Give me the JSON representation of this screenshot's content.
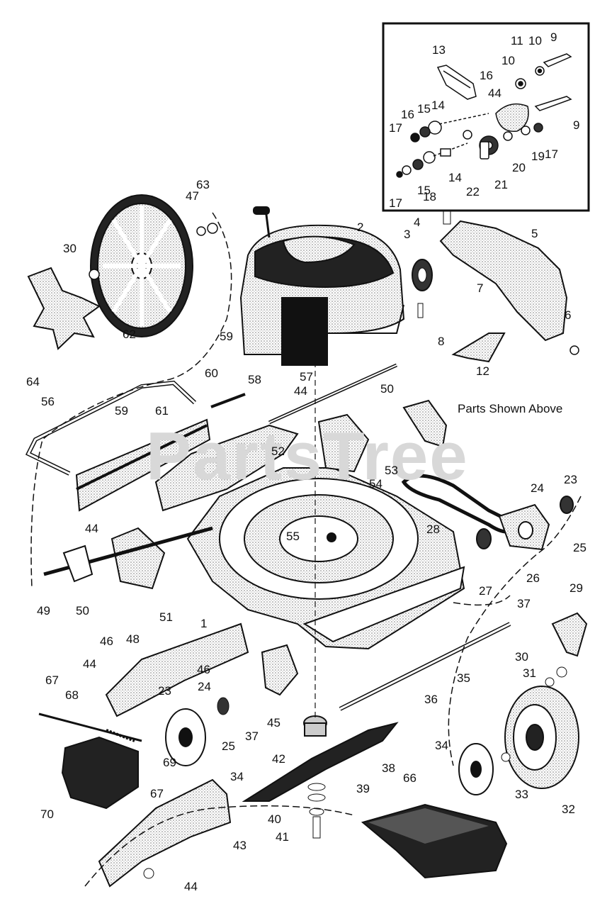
{
  "watermark": "PartsTree",
  "inset": {
    "labels": [
      "13",
      "11",
      "10",
      "9",
      "10",
      "16",
      "44",
      "16",
      "15",
      "14",
      "17",
      "9",
      "17",
      "19",
      "20",
      "15",
      "14",
      "18",
      "22",
      "21",
      "17"
    ]
  },
  "note": "Parts Shown Above",
  "callouts": [
    "63",
    "47",
    "2",
    "3",
    "4",
    "5",
    "30",
    "7",
    "6",
    "8",
    "62",
    "64",
    "59",
    "57",
    "60",
    "58",
    "12",
    "44",
    "50",
    "56",
    "59",
    "61",
    "52",
    "53",
    "54",
    "24",
    "23",
    "44",
    "28",
    "55",
    "25",
    "26",
    "27",
    "49",
    "50",
    "51",
    "46",
    "29",
    "1",
    "37",
    "48",
    "30",
    "31",
    "44",
    "46",
    "24",
    "23",
    "35",
    "36",
    "67",
    "68",
    "45",
    "25",
    "37",
    "42",
    "34",
    "69",
    "38",
    "34",
    "67",
    "70",
    "39",
    "33",
    "32",
    "66",
    "40",
    "41",
    "43",
    "44"
  ],
  "colors": {
    "ink": "#111111",
    "stipple": "#9a9a9a",
    "dark": "#1a1a1a",
    "watermark": "#d8d8d8"
  }
}
